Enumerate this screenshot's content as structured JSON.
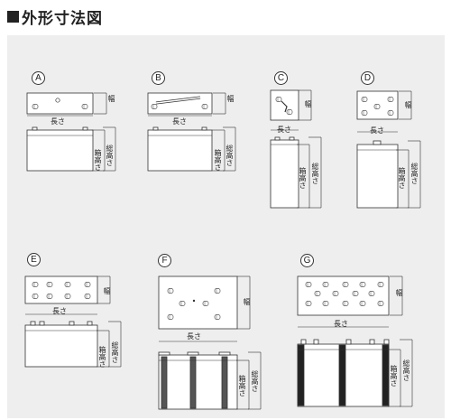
{
  "title": "外形寸法図",
  "dimension_labels": {
    "length": "長さ",
    "width": "幅",
    "box_height": "箱高さ",
    "total_height": "総高さ"
  },
  "figures": [
    {
      "id": "A",
      "label": "A"
    },
    {
      "id": "B",
      "label": "B"
    },
    {
      "id": "C",
      "label": "C"
    },
    {
      "id": "D",
      "label": "D"
    },
    {
      "id": "E",
      "label": "E"
    },
    {
      "id": "F",
      "label": "F"
    },
    {
      "id": "G",
      "label": "G"
    }
  ],
  "colors": {
    "panel": "#eeeeee",
    "line": "#333333",
    "box": "#ffffff",
    "terminal": "#555555"
  }
}
